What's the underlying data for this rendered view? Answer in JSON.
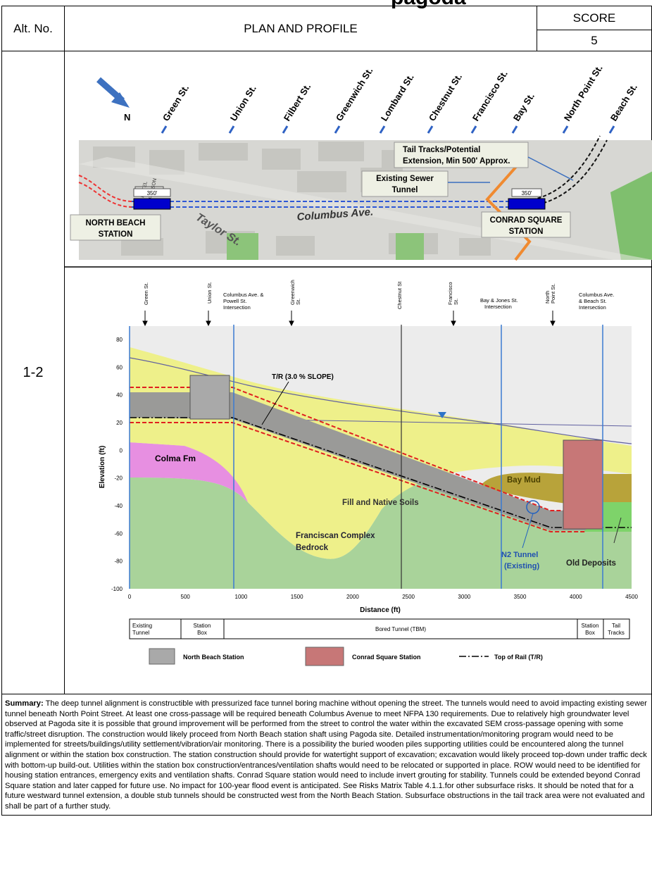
{
  "document": {
    "heading_fragment": "pagoda",
    "header": {
      "alt_label": "Alt. No.",
      "title": "PLAN AND PROFILE",
      "score_label": "SCORE",
      "score_value": "5"
    },
    "alt_value": "1-2",
    "summary_label": "Summary:",
    "summary_text": " The deep tunnel alignment is constructible with pressurized face tunnel boring machine without opening the street. The tunnels would need to avoid impacting existing sewer tunnel beneath North Point Street. At least one cross-passage will be required beneath Columbus Avenue to meet NFPA 130 requirements. Due to relatively high groundwater level observed at Pagoda site it is possible that ground improvement will be performed from the street to control the water within the excavated SEM cross-passage opening with some traffic/street disruption. The construction would likely proceed from North Beach station shaft using Pagoda site. Detailed instrumentation/monitoring program would need to be implemented for streets/buildings/utility settlement/vibration/air monitoring. There is a possibility the buried wooden piles supporting utilities could be encountered along the tunnel alignment or within the station box construction. The station construction should provide for watertight support of excavation; excavation would likely proceed top-down under traffic deck with bottom-up build-out. Utilities within the station box construction/entrances/ventilation shafts would need to be relocated or supported in place. ROW would need to be identified for housing station entrances, emergency exits and ventilation shafts. Conrad Square station would need to include invert grouting for stability. Tunnels could be extended beyond Conrad Square station and later capped for future use. No impact for 100-year flood event is anticipated. See Risks Matrix Table 4.1.1.for other subsurface risks. It should be noted that for a future westward tunnel extension, a double stub tunnels should be constructed west from the North Beach Station. Subsurface obstructions in the tail track area were not evaluated and shall be part of a further study."
  },
  "plan": {
    "north": "N",
    "streets": [
      "Green St.",
      "Union St.",
      "Filbert St.",
      "Greenwich St.",
      "Lombard St.",
      "Chestnut St.",
      "Francisco St.",
      "Bay St.",
      "North Point St.",
      "Beach St."
    ],
    "taylor": "Taylor St.",
    "columbus": "Columbus Ave.",
    "hotel": [
      "HOTEL",
      "RUSSON"
    ],
    "len_north": "350'",
    "len_conrad": "350'",
    "callout_tail": [
      "Tail Tracks/Potential",
      "Extension, Min 500' Approx."
    ],
    "callout_sewer": [
      "Existing Sewer",
      "Tunnel"
    ],
    "station_north": [
      "NORTH BEACH",
      "STATION"
    ],
    "station_conrad": [
      "CONRAD SQUARE",
      "STATION"
    ]
  },
  "profile": {
    "top_labels": {
      "green": "Green St.",
      "union": "Union St.",
      "columbus_powell": [
        "Columbus Ave. &",
        "Powell St.",
        "Intersection"
      ],
      "greenwich": [
        "Greenwich",
        "St."
      ],
      "chestnut": "Chestnut St",
      "francisco": [
        "Francisco",
        "St."
      ],
      "bay_jones": [
        "Bay & Jones St.",
        "Intersection"
      ],
      "north_point": [
        "North",
        "Point St."
      ],
      "columbus_beach": [
        "Columbus Ave.",
        "& Beach St.",
        "Intersection"
      ]
    },
    "slope_label": "T/R (3.0 % SLOPE)",
    "ylabel": "Elevation (ft)",
    "xlabel": "Distance (ft)",
    "y_ticks": [
      "80",
      "60",
      "40",
      "20",
      "0",
      "-20",
      "-40",
      "-60",
      "-80",
      "-100"
    ],
    "x_ticks": [
      "0",
      "500",
      "1000",
      "1500",
      "2000",
      "2500",
      "3000",
      "3500",
      "4000",
      "4500"
    ],
    "soils": {
      "colma": "Colma Fm",
      "bay_mud": "Bay Mud",
      "fill": "Fill and Native Soils",
      "franciscan": [
        "Franciscan Complex",
        "Bedrock"
      ],
      "n2": [
        "N2 Tunnel",
        "(Existing)"
      ],
      "old": "Old Deposits"
    },
    "segments": {
      "existing": [
        "Existing",
        "Tunnel"
      ],
      "station_box_1": [
        "Station",
        "Box"
      ],
      "bored": "Bored Tunnel (TBM)",
      "station_box_2": [
        "Station",
        "Box"
      ],
      "tail": [
        "Tail",
        "Tracks"
      ]
    },
    "legend": {
      "north_beach": "North Beach Station",
      "conrad": "Conrad Square Station",
      "top_rail": "Top of Rail (T/R)"
    }
  },
  "colors": {
    "yellow_fill": "#eef08a",
    "green_rock": "#a9d39a",
    "colma_pink": "#e78fe1",
    "bay_mud": "#b8a33a",
    "tunnel_gray": "#9a9a98",
    "conrad_red": "#c77777",
    "station_blue": "#0000cc",
    "leader_blue": "#3b6fbf"
  }
}
